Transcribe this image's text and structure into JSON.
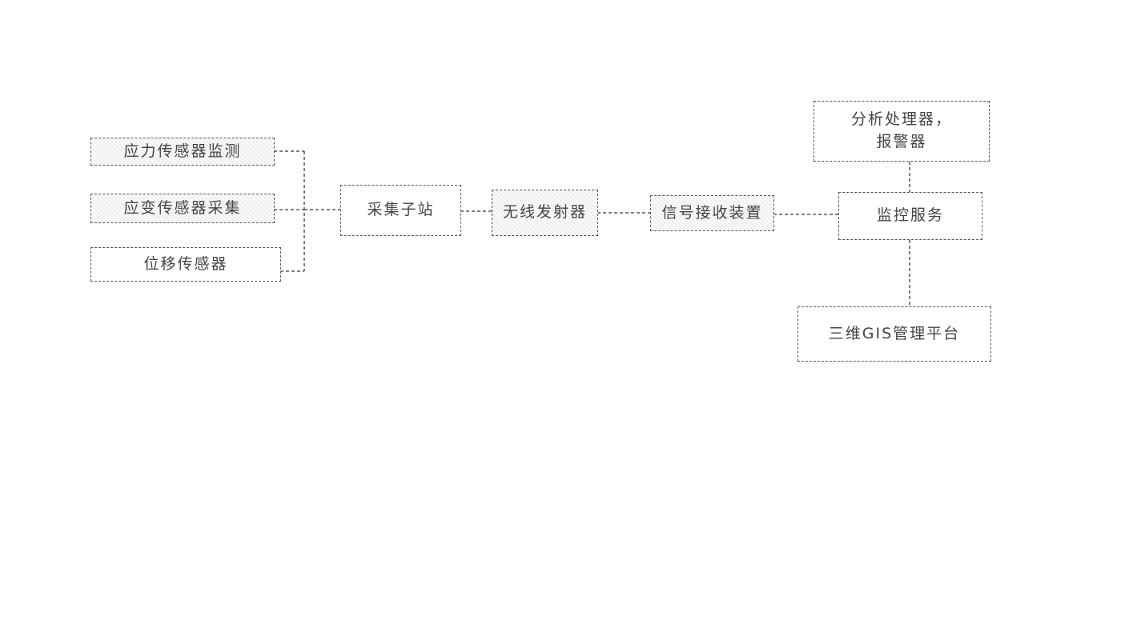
{
  "nodes": {
    "sensor_a": "应力传感器监测",
    "sensor_b": "应变传感器采集",
    "sensor_c": "位移传感器",
    "collector": "采集子站",
    "wireless": "无线发射器",
    "receiver": "信号接收装置",
    "server": "监控服务",
    "analysis_line1": "分析处理器，",
    "analysis_line2": "报警器",
    "platform": "三维GIS管理平台"
  }
}
